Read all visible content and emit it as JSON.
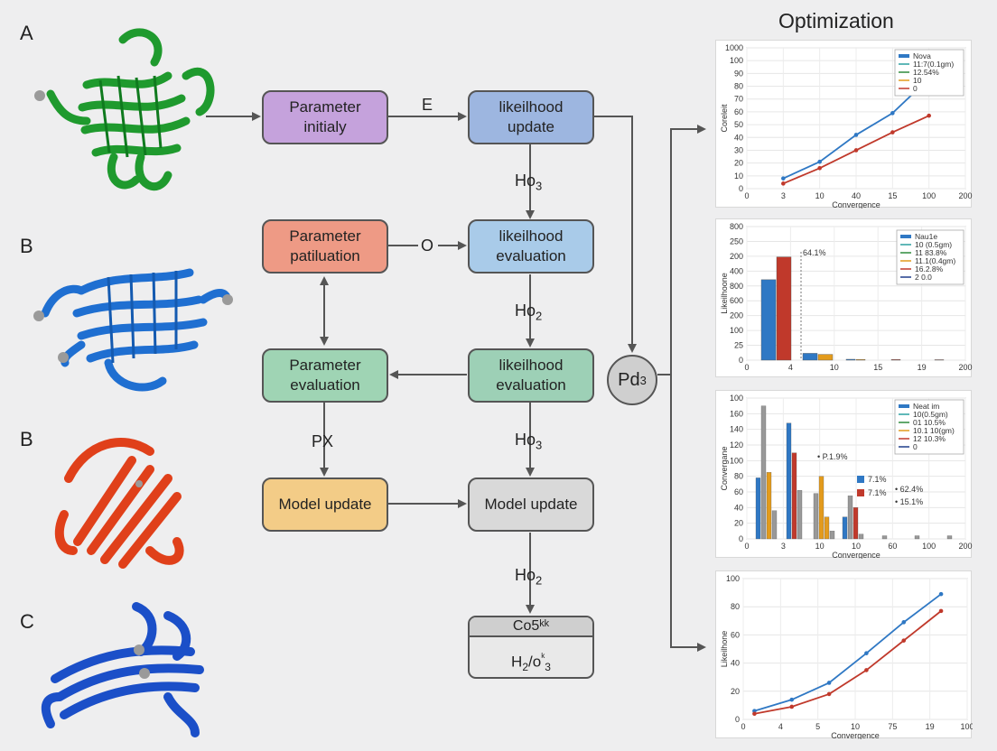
{
  "panel_labels": [
    "A",
    "B",
    "B",
    "C"
  ],
  "optimization_title": "Optimization",
  "flow": {
    "nodes": {
      "param_initialy": "Parameter initialy",
      "likelihood_update": "likeilhood update",
      "param_patiluation": "Parameter patiluation",
      "likelihood_evaluation_1": "likeilhood evaluation",
      "param_evaluation": "Parameter evaluation",
      "likelihood_evaluation_2": "likeilhood evaluation",
      "model_update_left": "Model update",
      "model_update_right": "Model update"
    },
    "edge_labels": {
      "e": "E",
      "o": "O",
      "ho3_a": "Ho",
      "ho3_a_sub": "3",
      "ho2_a": "Ho",
      "ho2_a_sub": "2",
      "px": "PX",
      "ho3_b": "Ho",
      "ho3_b_sub": "3",
      "ho2_b": "Ho",
      "ho2_b_sub": "2"
    },
    "db": {
      "top": "Co5ᵏᵏ",
      "bottom_main": "H",
      "bottom_sub": "2",
      "bottom_rest": "/o",
      "bottom_sup": "ᵏ",
      "bottom_sub2": "3"
    },
    "pd": {
      "main": "Pd",
      "sub": "3"
    }
  },
  "colors": {
    "purple": "#c5a2dc",
    "blue_node": "#9db6e0",
    "salmon": "#ee9a85",
    "light_blue": "#a9cbe9",
    "green_node": "#9fd4b4",
    "green_node_2": "#9dd0b6",
    "orange_node": "#f3cc87",
    "gray_node": "#d9d9d9",
    "series_blue": "#2f78c4",
    "series_red": "#c0392b",
    "series_green": "#2e8b3a",
    "series_orange": "#e39b1c",
    "series_gray": "#999999",
    "protein_green": "#1f9a2e",
    "protein_blue": "#1f6fd1",
    "protein_red": "#e0401a",
    "protein_dark_blue": "#1b4fc8"
  },
  "chart_data": [
    {
      "type": "line",
      "title": "",
      "xlabel": "Convergence",
      "ylabel": "Coreleit",
      "x_ticks": [
        "0",
        "3",
        "10",
        "40",
        "15",
        "100",
        "200"
      ],
      "y_ticks": [
        "0",
        "10",
        "20",
        "30",
        "40",
        "50",
        "60",
        "70",
        "80",
        "90",
        "100",
        "1000"
      ],
      "legend": [
        "Nova",
        "11:7(0.1gm)",
        "12.54%",
        "10",
        "0"
      ],
      "series": [
        {
          "color": "#2f78c4",
          "points": [
            [
              1,
              8
            ],
            [
              2,
              21
            ],
            [
              3,
              42
            ],
            [
              4,
              59
            ],
            [
              5,
              86
            ]
          ]
        },
        {
          "color": "#c0392b",
          "points": [
            [
              1,
              4
            ],
            [
              2,
              16
            ],
            [
              3,
              30
            ],
            [
              4,
              44
            ],
            [
              5,
              57
            ]
          ]
        }
      ]
    },
    {
      "type": "bar",
      "title": "",
      "xlabel": "",
      "ylabel": "Likeilhoone",
      "x_ticks": [
        "0",
        "4",
        "10",
        "15",
        "19",
        "200"
      ],
      "y_ticks": [
        "0",
        "25",
        "100",
        "200",
        "600",
        "800",
        "400",
        "200",
        "250",
        "800"
      ],
      "legend": [
        "Nau1e",
        "10 (0.5gm)",
        "11 83.8%",
        "11.1(0.4gm)",
        "16.2.8%",
        "2 0.0"
      ],
      "annotation": "64.1%",
      "bars": [
        {
          "group": 1,
          "color": "#2f78c4",
          "value": 530
        },
        {
          "group": 1,
          "color": "#c0392b",
          "value": 680
        },
        {
          "group": 2,
          "color": "#2f78c4",
          "value": 45
        },
        {
          "group": 2,
          "color": "#e39b1c",
          "value": 38
        },
        {
          "group": 3,
          "color": "#2f78c4",
          "value": 6
        },
        {
          "group": 3,
          "color": "#e39b1c",
          "value": 5
        },
        {
          "group": 4,
          "color": "#c0392b",
          "value": 4
        },
        {
          "group": 5,
          "color": "#c0392b",
          "value": 3
        }
      ]
    },
    {
      "type": "bar",
      "title": "",
      "xlabel": "Convergence",
      "ylabel": "Convergane",
      "x_ticks": [
        "0",
        "3",
        "10",
        "10",
        "60",
        "100",
        "200"
      ],
      "y_ticks": [
        "0",
        "20",
        "40",
        "60",
        "80",
        "100",
        "120",
        "140",
        "160",
        "100"
      ],
      "legend": [
        "Neat im",
        "10(0.5gm)",
        "01 10.5%",
        "10.1 10(gm)",
        "12 10.3%",
        "0"
      ],
      "annotations": [
        "P.1.9%",
        "7.1%",
        "7.1%",
        "62.4%",
        "15.1%"
      ],
      "bars": [
        {
          "group": 1,
          "color": "#2f78c4",
          "value": 78
        },
        {
          "group": 1,
          "color": "#999999",
          "value": 170
        },
        {
          "group": 1,
          "color": "#e39b1c",
          "value": 85
        },
        {
          "group": 1,
          "color": "#999999",
          "value": 36
        },
        {
          "group": 2,
          "color": "#2f78c4",
          "value": 148
        },
        {
          "group": 2,
          "color": "#c0392b",
          "value": 110
        },
        {
          "group": 2,
          "color": "#999999",
          "value": 62
        },
        {
          "group": 3,
          "color": "#999999",
          "value": 58
        },
        {
          "group": 3,
          "color": "#e39b1c",
          "value": 80
        },
        {
          "group": 3,
          "color": "#e39b1c",
          "value": 28
        },
        {
          "group": 3,
          "color": "#999999",
          "value": 10
        },
        {
          "group": 4,
          "color": "#2f78c4",
          "value": 28
        },
        {
          "group": 4,
          "color": "#999999",
          "value": 55
        },
        {
          "group": 4,
          "color": "#c0392b",
          "value": 40
        },
        {
          "group": 4,
          "color": "#999999",
          "value": 6
        },
        {
          "group": 5,
          "color": "#999999",
          "value": 4
        },
        {
          "group": 6,
          "color": "#999999",
          "value": 4
        },
        {
          "group": 7,
          "color": "#999999",
          "value": 4
        }
      ],
      "side_legend": [
        {
          "color": "#2f78c4",
          "label": "7.1%"
        },
        {
          "color": "#c0392b",
          "label": "7.1%"
        }
      ]
    },
    {
      "type": "line",
      "title": "",
      "xlabel": "Convergence",
      "ylabel": "Likeilhone",
      "x_ticks": [
        "0",
        "4",
        "5",
        "10",
        "75",
        "19",
        "100"
      ],
      "y_ticks": [
        "0",
        "20",
        "40",
        "60",
        "80",
        "100"
      ],
      "series": [
        {
          "color": "#2f78c4",
          "points": [
            [
              2,
              6
            ],
            [
              4,
              14
            ],
            [
              5,
              26
            ],
            [
              10,
              47
            ],
            [
              75,
              69
            ],
            [
              19,
              89
            ]
          ]
        },
        {
          "color": "#c0392b",
          "points": [
            [
              2,
              4
            ],
            [
              4,
              9
            ],
            [
              5,
              18
            ],
            [
              10,
              35
            ],
            [
              75,
              56
            ],
            [
              19,
              77
            ]
          ]
        }
      ]
    }
  ]
}
